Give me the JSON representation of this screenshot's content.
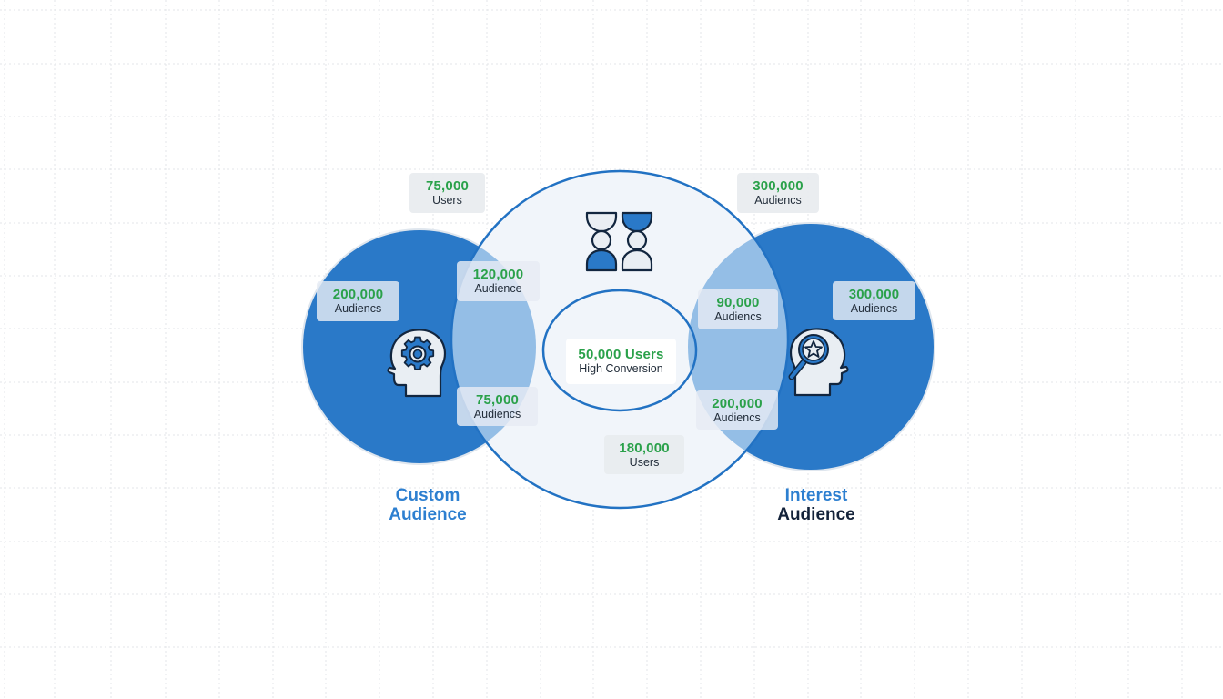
{
  "colors": {
    "circle_blue": "#2a79c8",
    "overlap_blue": "#94bee6",
    "center_fill": "#f1f5fa",
    "stroke_blue": "#2272c3",
    "number_green": "#2aa14a",
    "text_dark": "#1f2a37",
    "title_blue": "#2d7fd0",
    "title_dark": "#14233a"
  },
  "sets": {
    "left": {
      "title_line1": "Custom",
      "title_line2": "Audience",
      "icon": "head-gear-icon"
    },
    "center": {
      "icon": "two-people-exchange-icon"
    },
    "right": {
      "title_line1": "Interest",
      "title_line2": "Audience",
      "icon": "head-magnifier-star-icon"
    }
  },
  "labels": {
    "left_top": {
      "value": "75,000",
      "unit": "Users"
    },
    "left_only": {
      "value": "200,000",
      "unit": "Audiencs"
    },
    "left_center_top": {
      "value": "120,000",
      "unit": "Audience"
    },
    "left_center_bottom": {
      "value": "75,000",
      "unit": "Audiencs"
    },
    "core": {
      "value": "50,000 Users",
      "unit": "High Conversion"
    },
    "center_bottom": {
      "value": "180,000",
      "unit": "Users"
    },
    "right_top": {
      "value": "300,000",
      "unit": "Audiencs"
    },
    "right_only": {
      "value": "300,000",
      "unit": "Audiencs"
    },
    "right_center_top": {
      "value": "90,000",
      "unit": "Audiencs"
    },
    "right_center_bottom": {
      "value": "200,000",
      "unit": "Audiencs"
    }
  }
}
